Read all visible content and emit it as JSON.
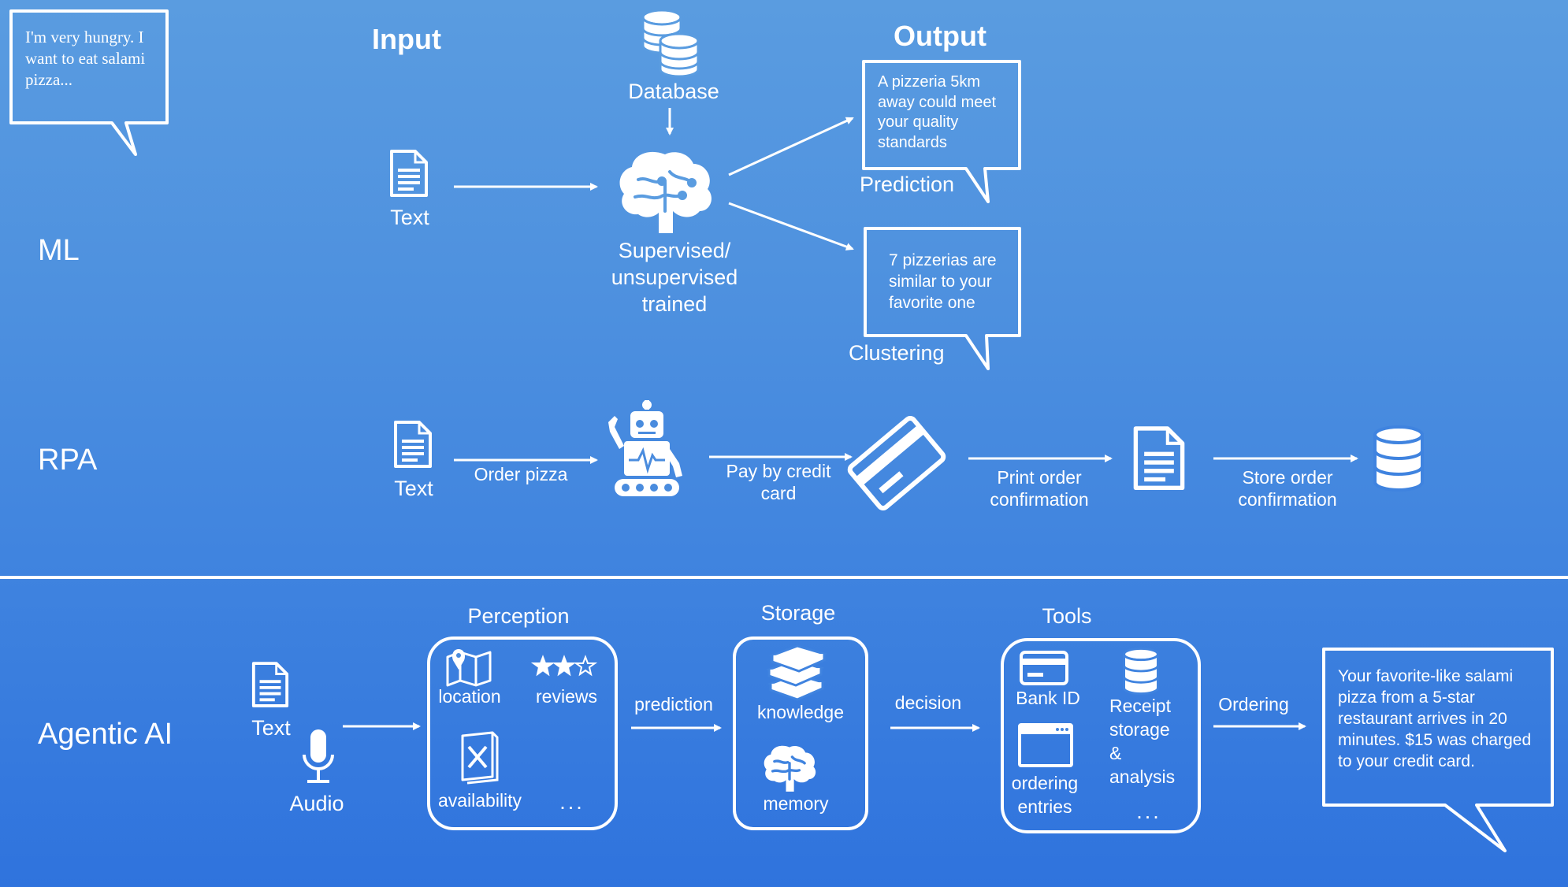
{
  "headers": {
    "input": "Input",
    "output": "Output"
  },
  "sections": {
    "ml": "ML",
    "rpa": "RPA",
    "agentic": "Agentic AI"
  },
  "ml": {
    "speech_bubble": "I'm very hungry. I want to eat salami pizza...",
    "input_label": "Text",
    "database_label": "Database",
    "model_label_1": "Supervised/",
    "model_label_2": "unsupervised",
    "model_label_3": "trained",
    "prediction_bubble": "A pizzeria 5km away could meet your quality standards",
    "prediction_label": "Prediction",
    "clustering_bubble": "7 pizzerias are similar to your favorite one",
    "clustering_label": "Clustering"
  },
  "rpa": {
    "input_label": "Text",
    "step1": "Order pizza",
    "step2_line1": "Pay by credit",
    "step2_line2": "card",
    "step3_line1": "Print order",
    "step3_line2": "confirmation",
    "step4_line1": "Store order",
    "step4_line2": "confirmation"
  },
  "agentic": {
    "text_label": "Text",
    "audio_label": "Audio",
    "perception_title": "Perception",
    "perception_items": {
      "location": "location",
      "reviews": "reviews",
      "availability": "availability",
      "more": "..."
    },
    "prediction_label": "prediction",
    "storage_title": "Storage",
    "storage_items": {
      "knowledge": "knowledge",
      "memory": "memory"
    },
    "decision_label": "decision",
    "tools_title": "Tools",
    "tools_items": {
      "bank_id": "Bank ID",
      "receipt_1": "Receipt",
      "receipt_2": "storage",
      "receipt_3": "&",
      "receipt_4": "analysis",
      "ordering_1": "ordering",
      "ordering_2": "entries",
      "more": "..."
    },
    "ordering_label": "Ordering",
    "result_bubble": "Your favorite-like salami pizza from a 5-star restaurant arrives in 20 minutes. $15 was charged to your credit card."
  },
  "colors": {
    "background_top": "#5a9ce0",
    "background_bottom": "#2f73dd",
    "foreground": "#ffffff"
  }
}
